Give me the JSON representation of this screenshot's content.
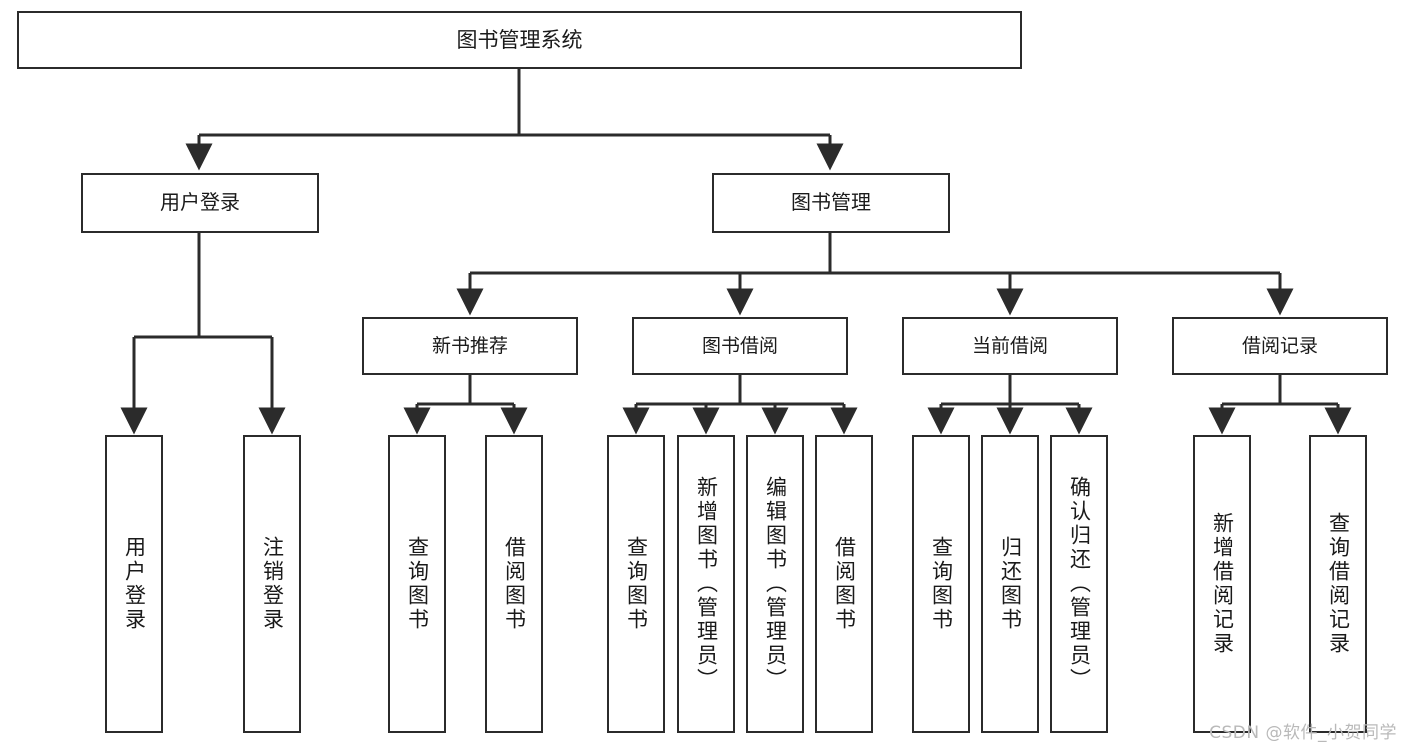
{
  "diagram": {
    "title": "图书管理系统",
    "watermark": "CSDN @软件_小贺同学",
    "type": "tree",
    "stroke_color": "#2b2b2b",
    "fill_color": "#ffffff",
    "text_color": "#1a1a1a",
    "watermark_color": "#b9b9b9"
  },
  "nodes": {
    "root": {
      "label": "图书管理系统"
    },
    "level2": [
      {
        "label": "用户登录"
      },
      {
        "label": "图书管理"
      }
    ],
    "level3": [
      {
        "label": "新书推荐"
      },
      {
        "label": "图书借阅"
      },
      {
        "label": "当前借阅"
      },
      {
        "label": "借阅记录"
      }
    ],
    "leaves": {
      "user_login": [
        {
          "label": "用户登录"
        },
        {
          "label": "注销登录"
        }
      ],
      "new_book": [
        {
          "label": "查询图书"
        },
        {
          "label": "借阅图书"
        }
      ],
      "book_borrow": [
        {
          "label": "查询图书"
        },
        {
          "label": "新增图书（管理员）"
        },
        {
          "label": "编辑图书（管理员）"
        },
        {
          "label": "借阅图书"
        }
      ],
      "current_borrow": [
        {
          "label": "查询图书"
        },
        {
          "label": "归还图书"
        },
        {
          "label": "确认归还（管理员）"
        }
      ],
      "borrow_record": [
        {
          "label": "新增借阅记录"
        },
        {
          "label": "查询借阅记录"
        }
      ]
    }
  }
}
